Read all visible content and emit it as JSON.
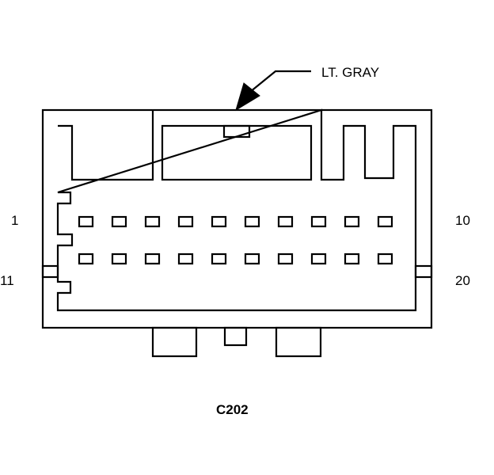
{
  "connector": {
    "name": "C202",
    "color_label": "LT. GRAY"
  },
  "pin_numbers": {
    "top_left": "1",
    "top_right": "10",
    "bottom_left": "11",
    "bottom_right": "20"
  },
  "pin_rows": [
    {
      "row": "top",
      "pins": [
        1,
        2,
        3,
        4,
        5,
        6,
        7,
        8,
        9,
        10
      ]
    },
    {
      "row": "bottom",
      "pins": [
        11,
        12,
        13,
        14,
        15,
        16,
        17,
        18,
        19,
        20
      ]
    }
  ],
  "colors": {
    "line": "#000000",
    "background": "#ffffff"
  }
}
